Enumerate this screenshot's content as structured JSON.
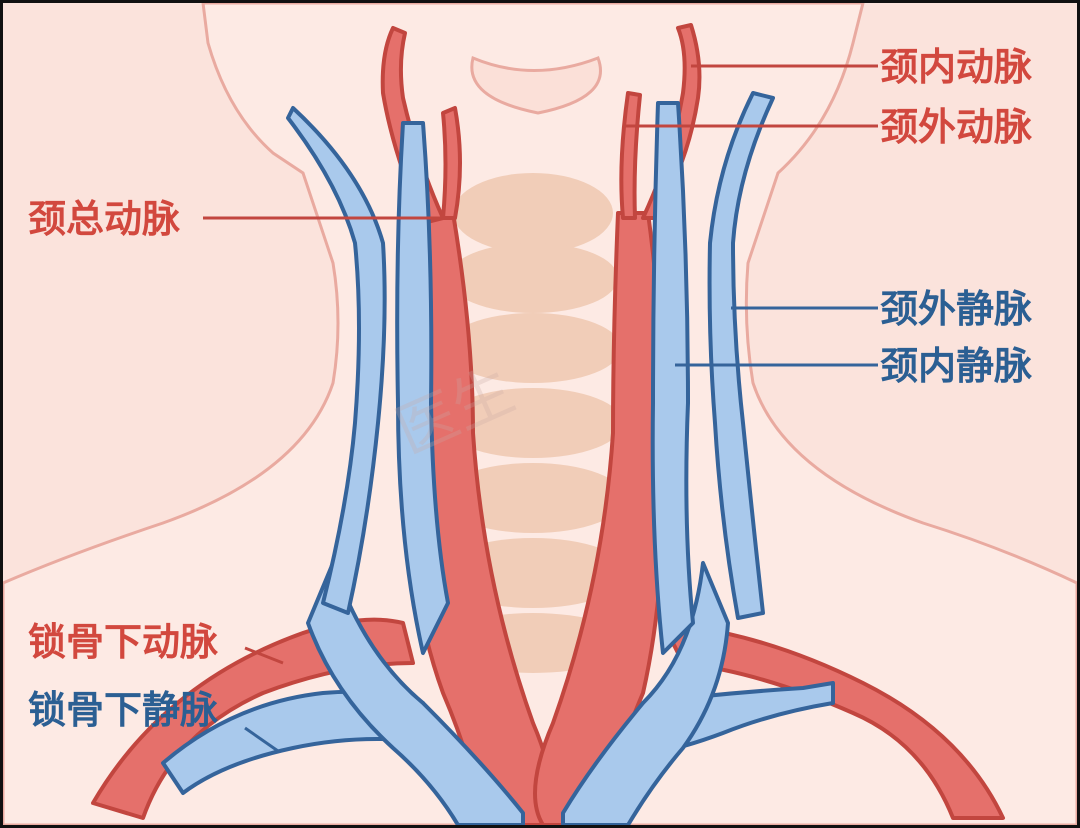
{
  "diagram": {
    "labels": {
      "internal_carotid_artery": "颈内动脉",
      "external_carotid_artery": "颈外动脉",
      "common_carotid_artery": "颈总动脉",
      "external_jugular_vein": "颈外静脉",
      "internal_jugular_vein": "颈内静脉",
      "subclavian_artery": "锁骨下动脉",
      "subclavian_vein": "锁骨下静脉"
    },
    "colors": {
      "skin": "#fbe3dc",
      "skin_outline": "#e9aaa0",
      "trachea": "#f1cdb8",
      "artery": "#e5706b",
      "artery_outline": "#c2463f",
      "vein": "#a9c9ec",
      "vein_outline": "#35649b",
      "artery_label": "#d2483e",
      "vein_label": "#2b5f93"
    }
  }
}
